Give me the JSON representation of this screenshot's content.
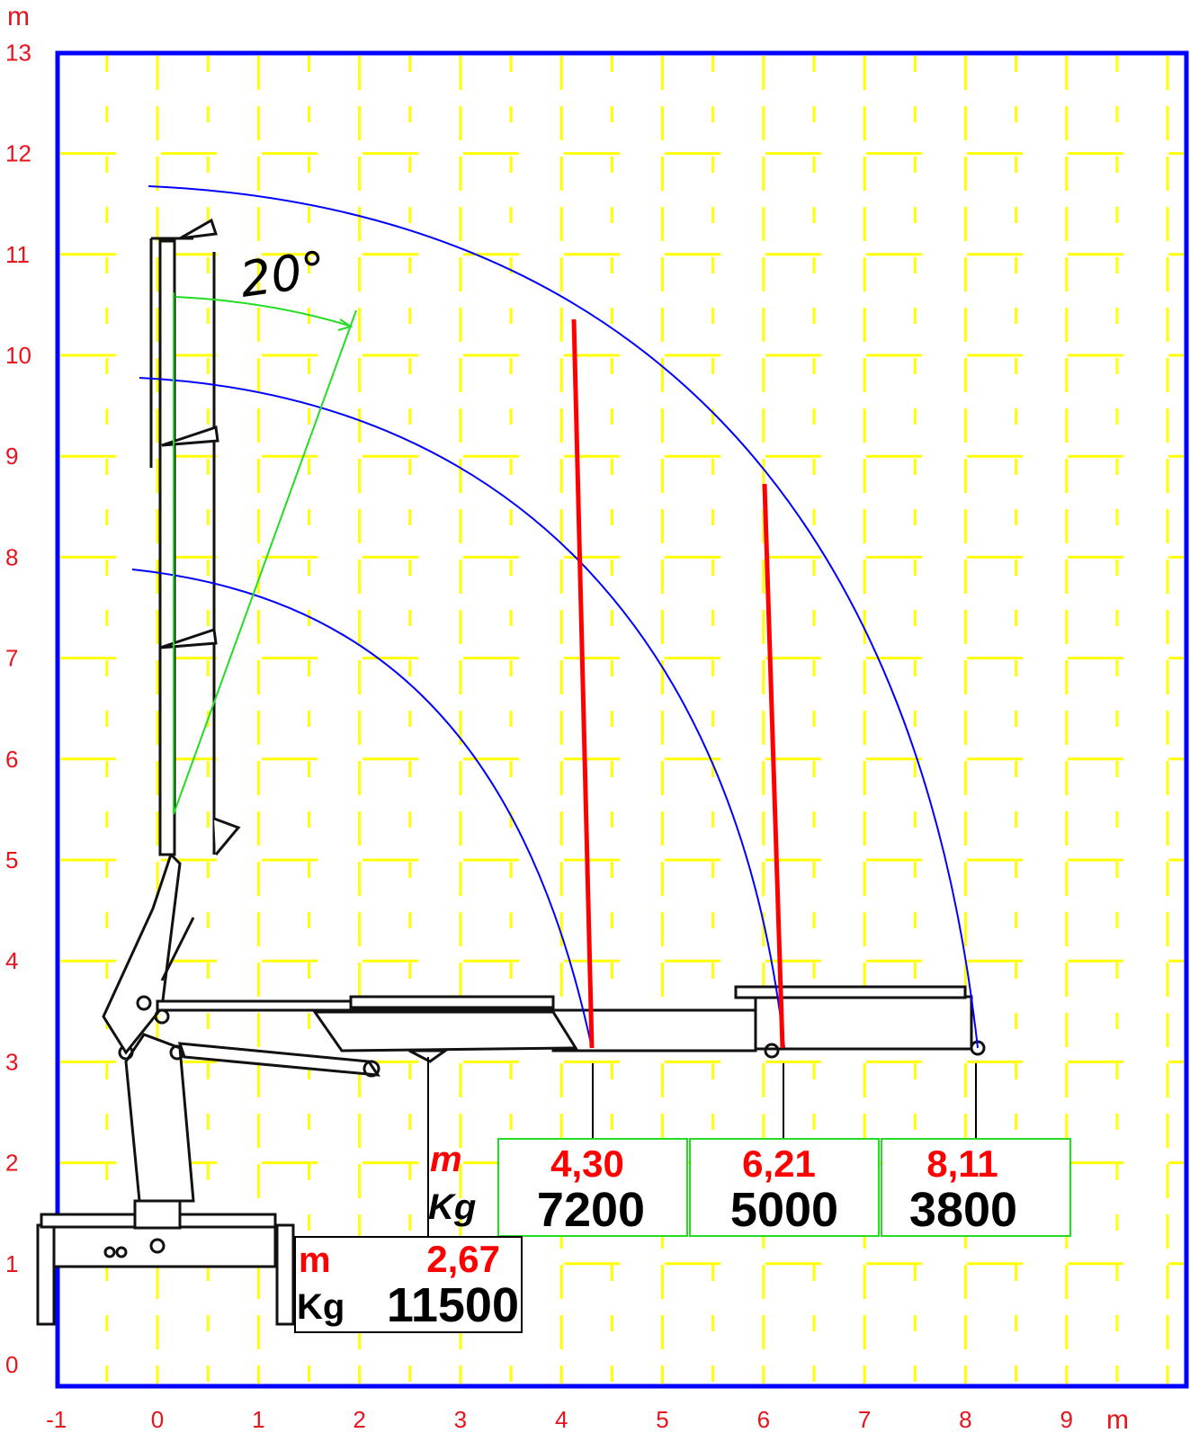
{
  "chart_data": {
    "type": "load-diagram",
    "x_axis": {
      "unit": "m",
      "ticks": [
        "-1",
        "0",
        "1",
        "2",
        "3",
        "4",
        "5",
        "6",
        "7",
        "8",
        "9"
      ],
      "range": [
        -1,
        10
      ]
    },
    "y_axis": {
      "unit": "m",
      "ticks": [
        "0",
        "1",
        "2",
        "3",
        "4",
        "5",
        "6",
        "7",
        "8",
        "9",
        "10",
        "11",
        "12",
        "13"
      ],
      "range": [
        0,
        13
      ]
    },
    "angle_label": "20°",
    "row_labels": {
      "m": "m",
      "kg": "Kg"
    },
    "load_points": [
      {
        "reach": "2,67",
        "load": "11500",
        "reach_m": 2.67,
        "load_kg": 11500
      },
      {
        "reach": "4,30",
        "load": "7200",
        "reach_m": 4.3,
        "load_kg": 7200
      },
      {
        "reach": "6,21",
        "load": "5000",
        "reach_m": 6.21,
        "load_kg": 5000
      },
      {
        "reach": "8,11",
        "load": "3800",
        "reach_m": 8.11,
        "load_kg": 3800
      }
    ],
    "arcs_max_height_m": [
      7.9,
      9.8,
      11.7
    ],
    "colors": {
      "frame": "#0000ff",
      "grid": "#ffff00",
      "arc": "#0000ff",
      "lift_line": "#ff0000",
      "angle": "#00cc00",
      "label": "#e8141c"
    }
  }
}
